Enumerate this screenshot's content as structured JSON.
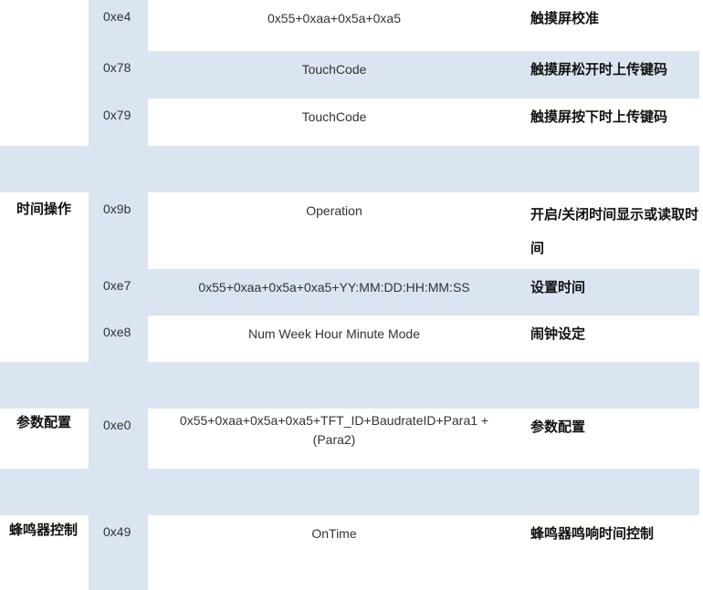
{
  "rows": [
    {
      "group": "",
      "code": "0xe4",
      "param": "0x55+0xaa+0x5a+0xa5",
      "desc": "触摸屏校准",
      "shaded": false
    },
    {
      "group": "",
      "code": "0x78",
      "param": "TouchCode",
      "desc": "触摸屏松开时上传键码",
      "shaded": true
    },
    {
      "group": "",
      "code": "0x79",
      "param": "TouchCode",
      "desc": "触摸屏按下时上传键码",
      "shaded": false
    },
    {
      "group": "时间操作",
      "code": "0x9b",
      "param": "Operation",
      "desc": "开启/关闭时间显示或读取时间",
      "shaded": false
    },
    {
      "group": "",
      "code": "0xe7",
      "param": "0x55+0xaa+0x5a+0xa5+YY:MM:DD:HH:MM:SS",
      "desc": "设置时间",
      "shaded": true
    },
    {
      "group": "",
      "code": "0xe8",
      "param": "Num Week Hour Minute Mode",
      "desc": "闹钟设定",
      "shaded": false
    },
    {
      "group": "参数配置",
      "code": "0xe0",
      "param": "0x55+0xaa+0x5a+0xa5+TFT_ID+BaudrateID+Para1 +(Para2)",
      "desc": "参数配置",
      "shaded": false
    },
    {
      "group": "蜂鸣器控制",
      "code": "0x49",
      "param": "OnTime",
      "desc": "蜂鸣器鸣响时间控制",
      "shaded": false
    }
  ]
}
